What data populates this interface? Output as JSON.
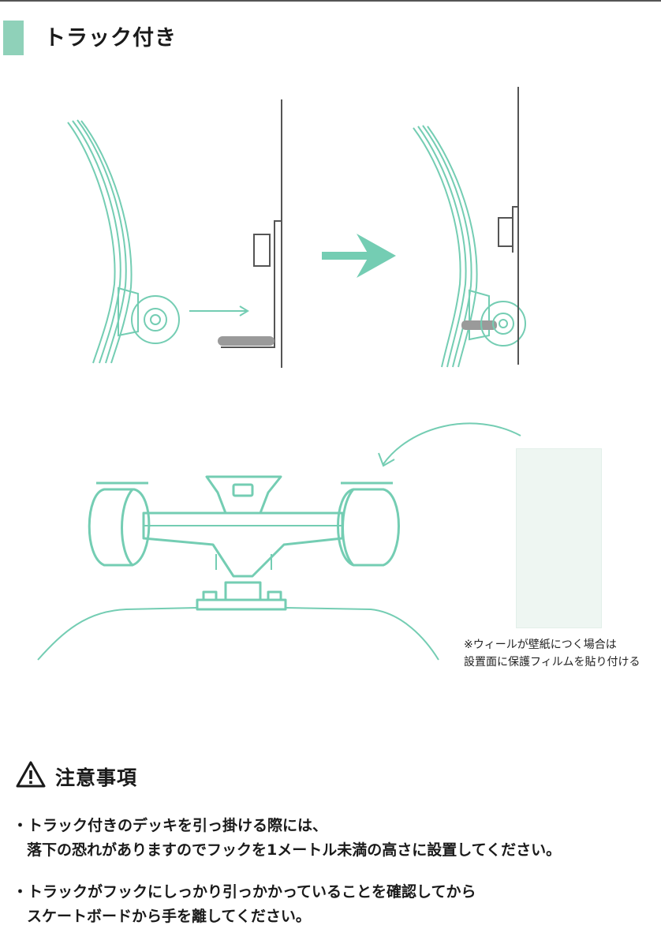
{
  "section": {
    "title": "トラック付き",
    "accent_color": "#8fd1b9"
  },
  "illustration": {
    "line_color": "#74cdb3",
    "note": [
      "※ウィールが壁紙につく場合は",
      "設置面に保護フィルムを貼り付ける"
    ]
  },
  "caution": {
    "icon": "warning-triangle-icon",
    "title": "注意事項",
    "items": [
      {
        "line1": "・トラック付きのデッキを引っ掛ける際には、",
        "line2": "落下の恐れがありますのでフックを1メートル未満の高さに設置してください。"
      },
      {
        "line1": "・トラックがフックにしっかり引っかかっていることを確認してから",
        "line2": "スケートボードから手を離してください。"
      }
    ]
  }
}
